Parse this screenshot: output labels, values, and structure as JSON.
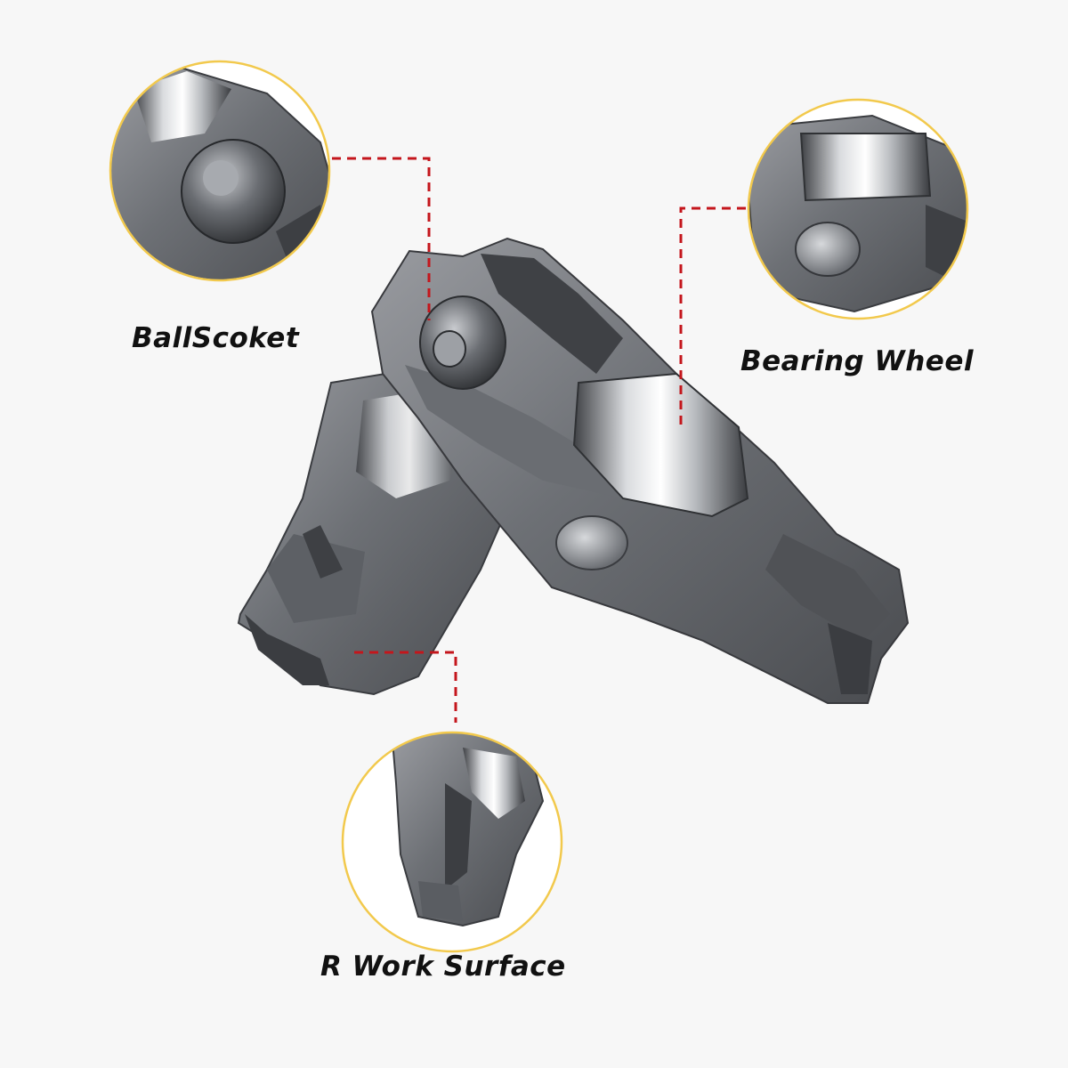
{
  "labels": {
    "ball_socket": "BallScoket",
    "bearing_wheel": "Bearing Wheel",
    "work_surface": "R Work Surface"
  },
  "colors": {
    "background": "#f7f7f7",
    "callout_ring": "#f2c94c",
    "leader_line": "#c4161c",
    "metal_dark": "#4a4c50",
    "metal_mid": "#7d8086",
    "metal_light": "#b9bcc1"
  },
  "icons": {
    "part": "roller-rocker-arm-icon",
    "zoom_ball": "ball-socket-closeup-icon",
    "zoom_bearing": "bearing-wheel-closeup-icon",
    "zoom_surface": "work-surface-closeup-icon"
  }
}
